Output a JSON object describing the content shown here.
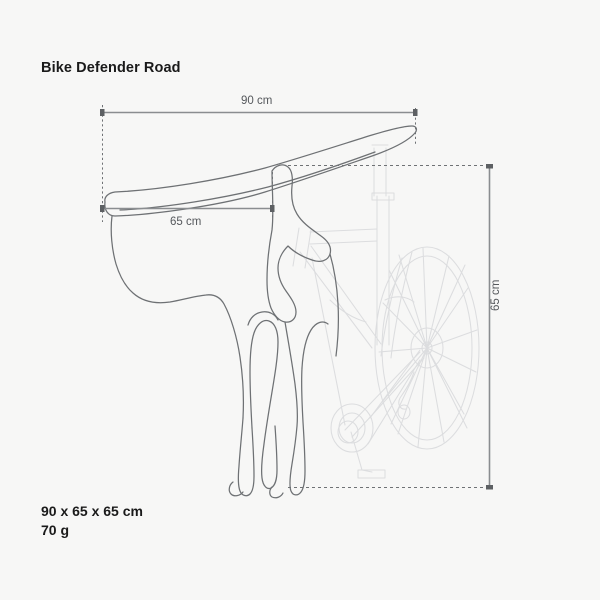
{
  "product": {
    "title": "Bike Defender Road"
  },
  "specs": {
    "dimensions": "90 x 65 x 65 cm",
    "weight": "70 g"
  },
  "dimension_labels": {
    "width_total": "90 cm",
    "width_inner": "65 cm",
    "height": "65 cm"
  },
  "colors": {
    "background": "#f7f7f6",
    "text": "#1a1a1a",
    "dimension_text": "#55585c",
    "dimension_line": "#8a8d90",
    "guide_line": "#6f7275",
    "product_outline": "#6e7174",
    "ghost_outline": "#dcdddf"
  },
  "illustration": {
    "product_name": "bike-fender-outline",
    "background_name": "road-bicycle-ghost-outline"
  }
}
